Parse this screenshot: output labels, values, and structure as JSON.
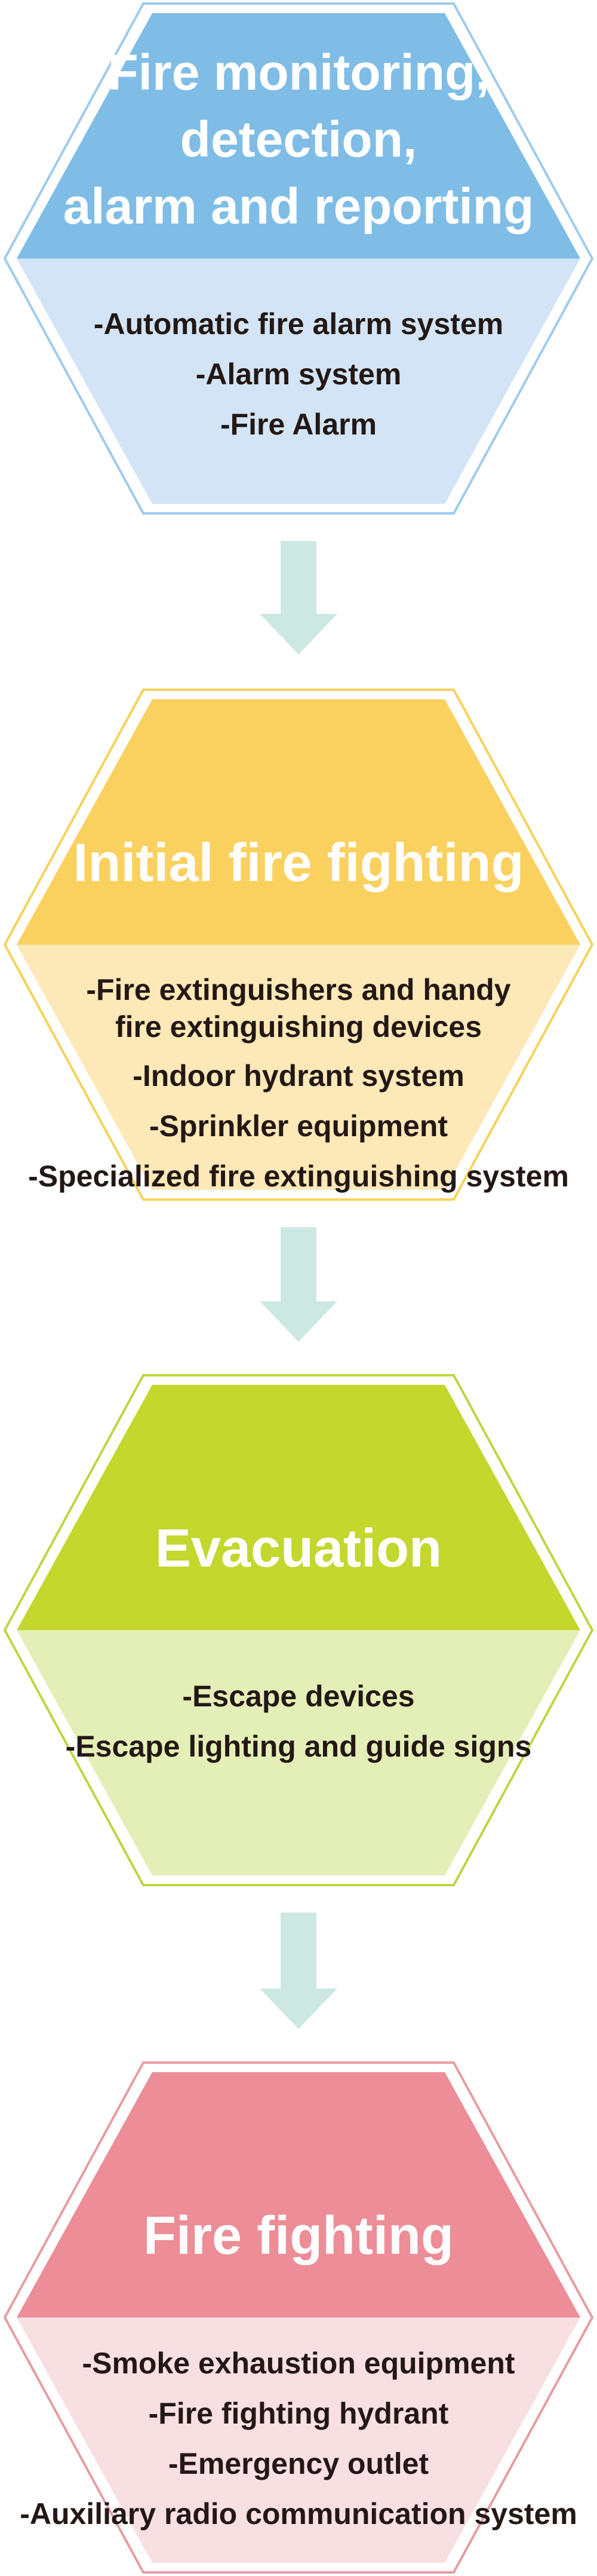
{
  "stages": [
    {
      "title_lines": [
        "Fire monitoring,",
        "detection,",
        "alarm and reporting"
      ],
      "items": [
        "-Automatic fire alarm system",
        "-Alarm system",
        "-Fire Alarm"
      ],
      "colors": {
        "top": "#7fbde6",
        "bottom": "#d2e4f5",
        "outline": "#9dcbec"
      }
    },
    {
      "title_lines": [
        "Initial fire fighting"
      ],
      "items": [
        "-Fire extinguishers and handy",
        "fire extinguishing devices",
        "-Indoor hydrant system",
        "-Sprinkler equipment",
        "-Specialized fire extinguishing system"
      ],
      "colors": {
        "top": "#fad05f",
        "bottom": "#fde8b8",
        "outline": "#f6d25a"
      }
    },
    {
      "title_lines": [
        "Evacuation"
      ],
      "items": [
        "-Escape devices",
        "-Escape lighting and guide signs"
      ],
      "colors": {
        "top": "#c3d72d",
        "bottom": "#e4efb7",
        "outline": "#bfd542"
      }
    },
    {
      "title_lines": [
        "Fire fighting"
      ],
      "items": [
        "-Smoke exhaustion equipment",
        "-Fire fighting hydrant",
        "-Emergency outlet",
        "-Auxiliary radio communication system"
      ],
      "colors": {
        "top": "#ec8d97",
        "bottom": "#f7dfe2",
        "outline": "#e89ba3"
      }
    }
  ],
  "connector_color": "#cde8e2"
}
